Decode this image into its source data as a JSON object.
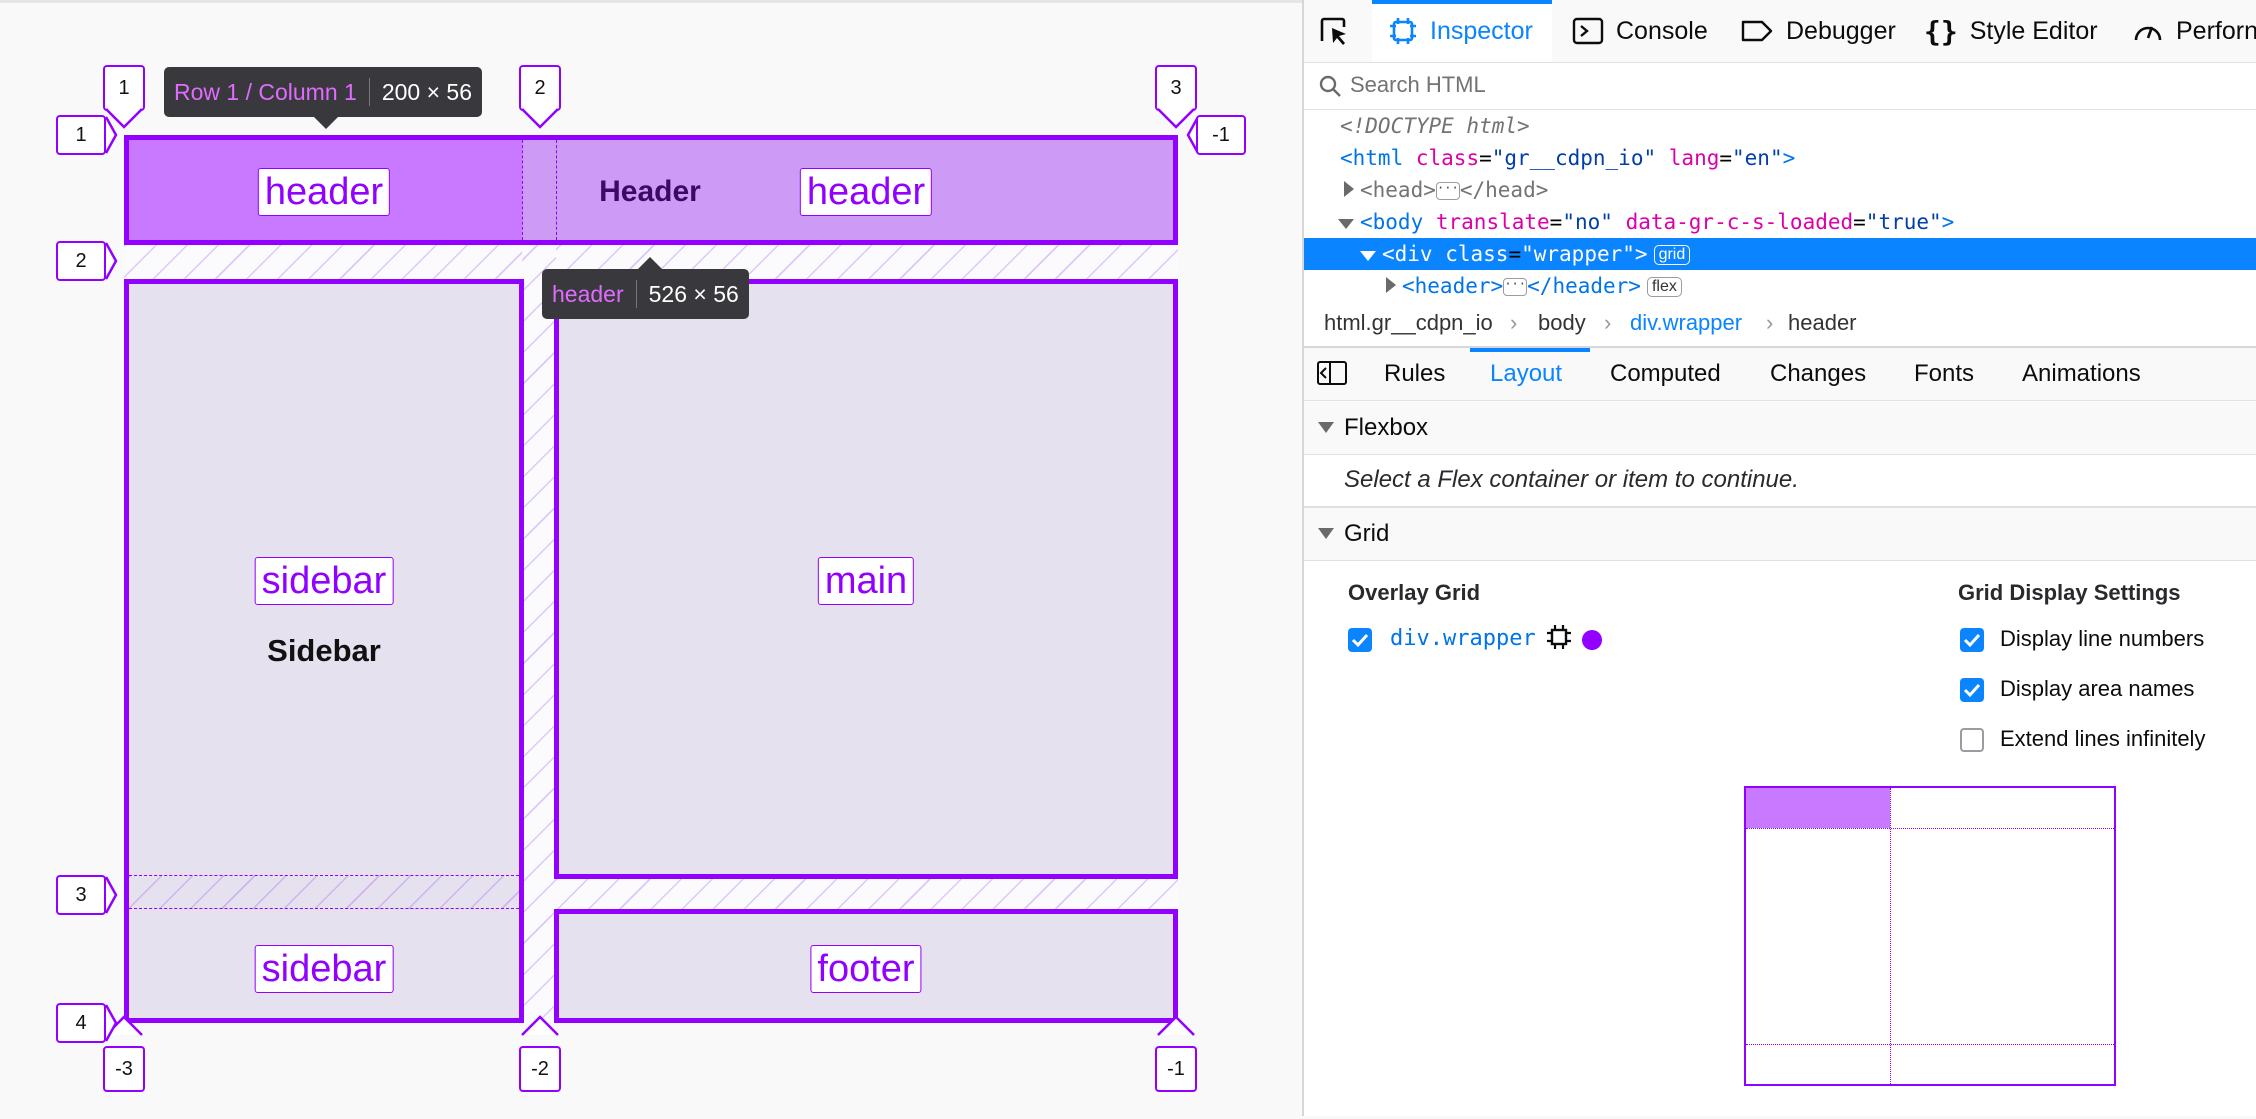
{
  "page": {
    "tooltip_cell": {
      "area": "Row 1 / Column 1",
      "size": "200 × 56"
    },
    "tooltip_header": {
      "area": "header",
      "size": "526 × 56"
    },
    "areas": {
      "header_left": "header",
      "header_right": "header",
      "sidebar_top": "sidebar",
      "main": "main",
      "sidebar_bottom": "sidebar",
      "footer": "footer"
    },
    "header_text": "Header",
    "sidebar_text": "Sidebar",
    "col_lines_top": [
      "1",
      "2",
      "3"
    ],
    "col_lines_bottom": [
      "-3",
      "-2",
      "-1"
    ],
    "row_lines_left": [
      "1",
      "2",
      "3",
      "4"
    ],
    "row_line_right": "-1",
    "colors": {
      "accent": "#9200ff",
      "header_fill": "#c879ff",
      "header_fill_light": "#cd9af5",
      "cell_fill": "#e6e1ef"
    }
  },
  "devtools": {
    "toolbar": {
      "picker_icon": "element-picker-icon",
      "tabs": [
        {
          "label": "Inspector",
          "icon": "inspector-icon"
        },
        {
          "label": "Console",
          "icon": "console-icon"
        },
        {
          "label": "Debugger",
          "icon": "debugger-icon"
        },
        {
          "label": "Style Editor",
          "icon": "style-editor-icon"
        },
        {
          "label": "Perforn",
          "icon": "performance-icon"
        }
      ]
    },
    "search": {
      "placeholder": "Search HTML"
    },
    "markup": {
      "doctype": "<!DOCTYPE html>",
      "html_open": "<html",
      "html_class_attr": "class",
      "html_class_val": "\"gr__cdpn_io\"",
      "html_lang_attr": "lang",
      "html_lang_val": "\"en\"",
      "html_close": ">",
      "head_open": "<head>",
      "head_close": "</head>",
      "body_open": "<body",
      "body_attr1": "translate",
      "body_val1": "\"no\"",
      "body_attr2": "data-gr-c-s-loaded",
      "body_val2": "\"true\"",
      "body_close": ">",
      "div_open": "<div",
      "div_attr": "class",
      "div_val": "\"wrapper\"",
      "div_close": ">",
      "div_badge": "grid",
      "header_open": "<header>",
      "header_close": "</header>",
      "header_badge": "flex",
      "collapsed": "···"
    },
    "breadcrumbs": [
      "html.gr__cdpn_io",
      "body",
      "div.wrapper",
      "header"
    ],
    "sidebar_tabs": [
      "Rules",
      "Layout",
      "Computed",
      "Changes",
      "Fonts",
      "Animations"
    ],
    "active_sidebar_tab": "Layout",
    "flexbox": {
      "title": "Flexbox",
      "message": "Select a Flex container or item to continue."
    },
    "grid": {
      "title": "Grid",
      "overlay_title": "Overlay Grid",
      "overlay_item": "div.wrapper",
      "overlay_checked": true,
      "overlay_color": "#9200ff",
      "settings_title": "Grid Display Settings",
      "settings": [
        {
          "label": "Display line numbers",
          "checked": true
        },
        {
          "label": "Display area names",
          "checked": true
        },
        {
          "label": "Extend lines infinitely",
          "checked": false
        }
      ]
    }
  }
}
